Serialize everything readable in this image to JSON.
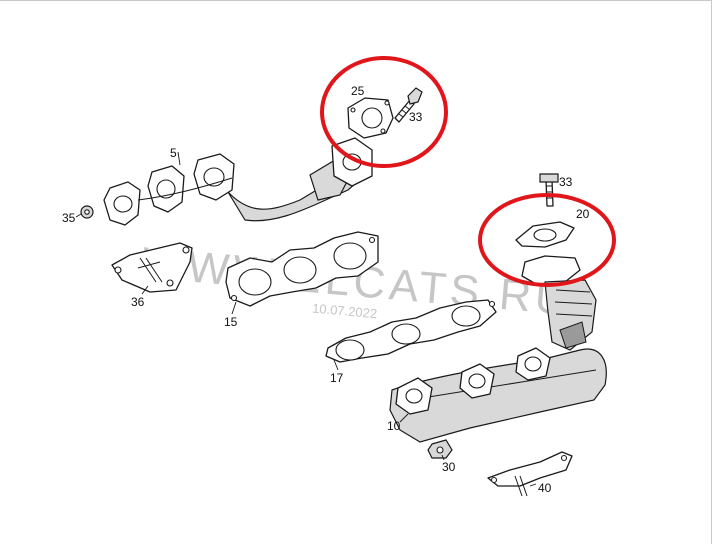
{
  "diagram": {
    "watermark": "WWW.ELCATS.RU",
    "watermark_date": "10.07.2022",
    "highlight_color": "#e0161b",
    "callouts": [
      "5",
      "25",
      "33",
      "35",
      "36",
      "15",
      "33",
      "20",
      "17",
      "10",
      "30",
      "40"
    ]
  }
}
